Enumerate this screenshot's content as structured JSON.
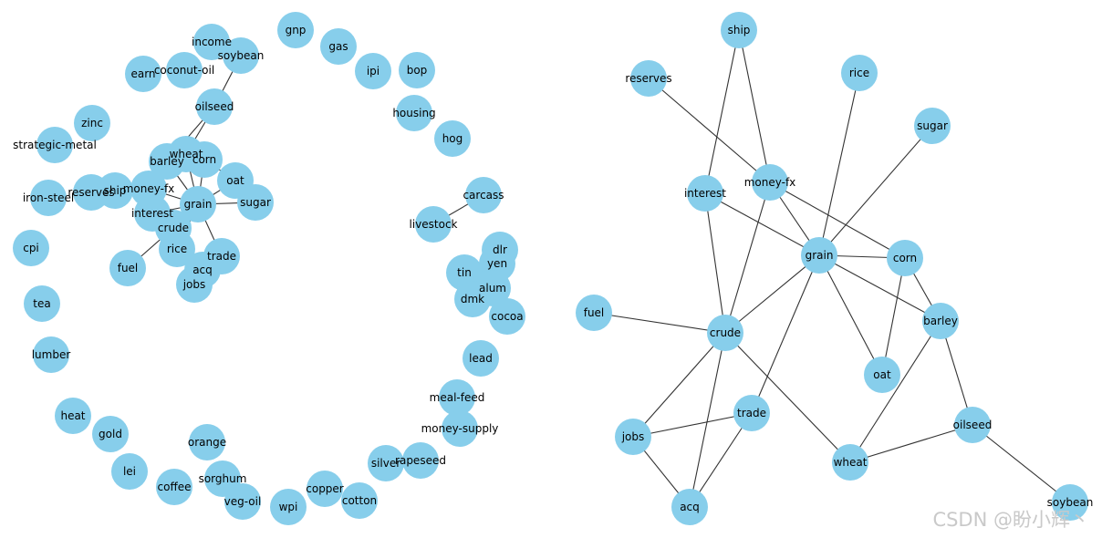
{
  "colors": {
    "node_fill": "#87ceeb",
    "edge": "#333333",
    "label": "#000000",
    "watermark": "#c9c9c9"
  },
  "watermark": "CSDN @盼小辉丶",
  "graphs": [
    {
      "name": "full-graph",
      "nodes": [
        "income",
        "gnp",
        "soybean",
        "gas",
        "earn",
        "coconut-oil",
        "ipi",
        "bop",
        "oilseed",
        "housing",
        "zinc",
        "hog",
        "strategic-metal",
        "barley",
        "wheat",
        "corn",
        "oat",
        "money-fx",
        "carcass",
        "iron-steel",
        "reserves",
        "ship",
        "grain",
        "sugar",
        "interest",
        "livestock",
        "crude",
        "dlr",
        "yen",
        "tin",
        "cpi",
        "rice",
        "trade",
        "alum",
        "acq",
        "dmk",
        "fuel",
        "cocoa",
        "jobs",
        "tea",
        "lead",
        "lumber",
        "meal-feed",
        "heat",
        "money-supply",
        "gold",
        "orange",
        "silver",
        "rapeseed",
        "lei",
        "coffee",
        "sorghum",
        "copper",
        "veg-oil",
        "cotton",
        "wpi"
      ],
      "edges": [
        [
          "soybean",
          "oilseed"
        ],
        [
          "oilseed",
          "wheat"
        ],
        [
          "oilseed",
          "barley"
        ],
        [
          "barley",
          "grain"
        ],
        [
          "wheat",
          "grain"
        ],
        [
          "corn",
          "grain"
        ],
        [
          "oat",
          "grain"
        ],
        [
          "oat",
          "corn"
        ],
        [
          "grain",
          "sugar"
        ],
        [
          "grain",
          "money-fx"
        ],
        [
          "grain",
          "interest"
        ],
        [
          "grain",
          "crude"
        ],
        [
          "grain",
          "rice"
        ],
        [
          "grain",
          "trade"
        ],
        [
          "money-fx",
          "interest"
        ],
        [
          "reserves",
          "money-fx"
        ],
        [
          "ship",
          "money-fx"
        ],
        [
          "interest",
          "crude"
        ],
        [
          "crude",
          "fuel"
        ],
        [
          "crude",
          "jobs"
        ],
        [
          "crude",
          "acq"
        ],
        [
          "jobs",
          "acq"
        ],
        [
          "trade",
          "acq"
        ],
        [
          "livestock",
          "carcass"
        ]
      ]
    },
    {
      "name": "grain-subgraph",
      "nodes": [
        "ship",
        "reserves",
        "rice",
        "sugar",
        "interest",
        "money-fx",
        "grain",
        "corn",
        "fuel",
        "barley",
        "crude",
        "oat",
        "trade",
        "oilseed",
        "jobs",
        "wheat",
        "acq",
        "soybean"
      ],
      "edges": [
        [
          "ship",
          "interest"
        ],
        [
          "ship",
          "money-fx"
        ],
        [
          "reserves",
          "money-fx"
        ],
        [
          "rice",
          "grain"
        ],
        [
          "sugar",
          "grain"
        ],
        [
          "interest",
          "grain"
        ],
        [
          "interest",
          "crude"
        ],
        [
          "money-fx",
          "grain"
        ],
        [
          "money-fx",
          "crude"
        ],
        [
          "money-fx",
          "corn"
        ],
        [
          "grain",
          "corn"
        ],
        [
          "grain",
          "barley"
        ],
        [
          "grain",
          "oat"
        ],
        [
          "grain",
          "crude"
        ],
        [
          "grain",
          "trade"
        ],
        [
          "corn",
          "barley"
        ],
        [
          "corn",
          "oat"
        ],
        [
          "fuel",
          "crude"
        ],
        [
          "barley",
          "oilseed"
        ],
        [
          "barley",
          "wheat"
        ],
        [
          "crude",
          "jobs"
        ],
        [
          "crude",
          "acq"
        ],
        [
          "crude",
          "wheat"
        ],
        [
          "trade",
          "jobs"
        ],
        [
          "trade",
          "acq"
        ],
        [
          "jobs",
          "acq"
        ],
        [
          "oilseed",
          "wheat"
        ],
        [
          "oilseed",
          "soybean"
        ]
      ]
    }
  ]
}
